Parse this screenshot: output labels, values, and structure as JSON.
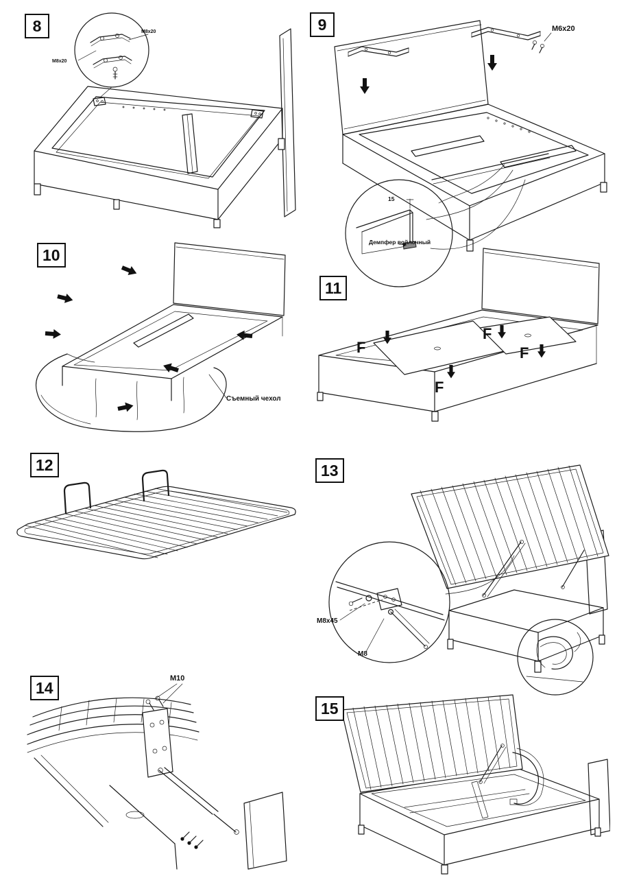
{
  "page": {
    "background_color": "#ffffff",
    "line_color": "#1a1a1a"
  },
  "steps": {
    "s8": {
      "number": "8",
      "hardware_label_left": "M8x20",
      "hardware_label_right": "M8x20"
    },
    "s9": {
      "number": "9",
      "hardware_label": "M6x20",
      "dimension": "15",
      "damper_label": "Демпфер войлочный"
    },
    "s10": {
      "number": "10",
      "cover_label": "Съемный чехол"
    },
    "s11": {
      "number": "11",
      "panel_labels": [
        "F",
        "F",
        "F",
        "F"
      ]
    },
    "s12": {
      "number": "12"
    },
    "s13": {
      "number": "13",
      "bolt_label": "M8x45",
      "nut_label": "M8"
    },
    "s14": {
      "number": "14",
      "hardware_label": "M10"
    },
    "s15": {
      "number": "15"
    }
  }
}
